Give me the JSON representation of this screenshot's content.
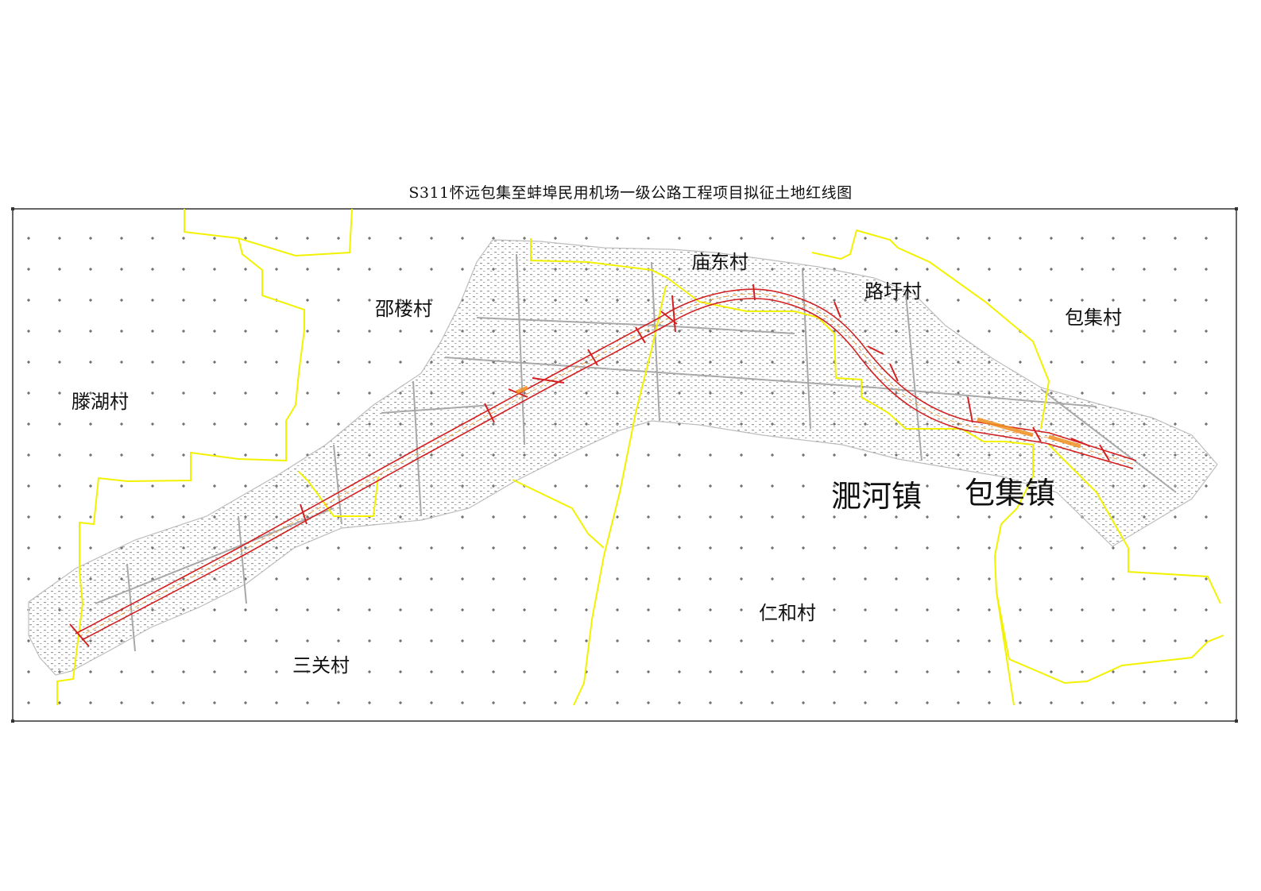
{
  "title": "S311怀远包集至蚌埠民用机场一级公路工程项目拟征土地红线图",
  "labels": {
    "tenghu": "滕湖村",
    "shaolou": "邵楼村",
    "miaodong": "庙东村",
    "luyu": "路圩村",
    "baoji_village": "包集村",
    "renhe": "仁和村",
    "sanguan": "三关村",
    "fei_he": "淝河镇",
    "baoji_town": "包集镇"
  },
  "colors": {
    "boundary": "#f2f200",
    "redline": "#d42020",
    "highlight": "#f09020",
    "survey": "#b8b8b8",
    "frame": "#333333"
  }
}
